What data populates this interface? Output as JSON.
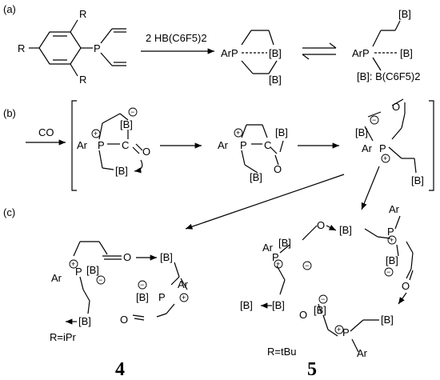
{
  "panels": {
    "a": "(a)",
    "b": "(b)",
    "c": "(c)"
  },
  "reagent": "2 HB(C6F5)2",
  "co": "CO",
  "borane_def": "[B]: B(C6F5)2",
  "labels": {
    "R": "R",
    "P": "P",
    "ArP": "ArP",
    "Ar": "Ar",
    "B": "[B]",
    "C": "C",
    "O": "O",
    "plus": "+",
    "minus": "−"
  },
  "compound4": {
    "substituent": "R=iPr",
    "number": "4"
  },
  "compound5": {
    "substituent": "R=tBu",
    "number": "5"
  }
}
